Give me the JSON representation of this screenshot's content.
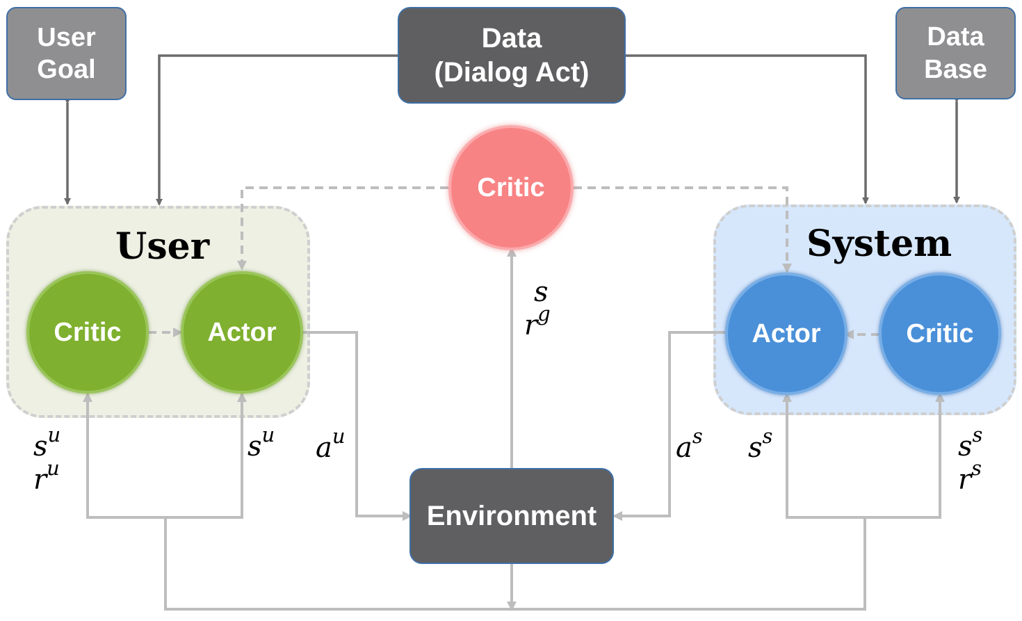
{
  "boxes": {
    "user_goal": [
      "User",
      "Goal"
    ],
    "data_dialog_act": [
      "Data",
      "(Dialog Act)"
    ],
    "data_base": [
      "Data",
      "Base"
    ],
    "environment": "Environment"
  },
  "panels": {
    "user_title": "User",
    "system_title": "System"
  },
  "nodes": {
    "user_critic": "Critic",
    "user_actor": "Actor",
    "global_critic": "Critic",
    "system_actor": "Actor",
    "system_critic": "Critic"
  },
  "labels": {
    "su_r_left": {
      "line1_base": "s",
      "line1_sup": "u",
      "line2_base": "r",
      "line2_sup": "u"
    },
    "su_right": {
      "base": "s",
      "sup": "u"
    },
    "au": {
      "base": "a",
      "sup": "u"
    },
    "s_rg": {
      "line1_base": "s",
      "line2_base": "r",
      "line2_sup": "g"
    },
    "as": {
      "base": "a",
      "sup": "s"
    },
    "ss_left": {
      "base": "s",
      "sup": "s"
    },
    "ss_r_right": {
      "line1_base": "s",
      "line1_sup": "s",
      "line2_base": "r",
      "line2_sup": "s"
    }
  },
  "colors": {
    "user_panel": "#edf0e3",
    "system_panel": "#d6e7fc",
    "green_node": "#7fb02f",
    "blue_node": "#4a90d9",
    "red_node": "#f88385",
    "dark_box": "#5f5f61",
    "light_box": "#8f8f91",
    "connector": "#bdbdbd",
    "dark_connector": "#6b6b6b"
  }
}
